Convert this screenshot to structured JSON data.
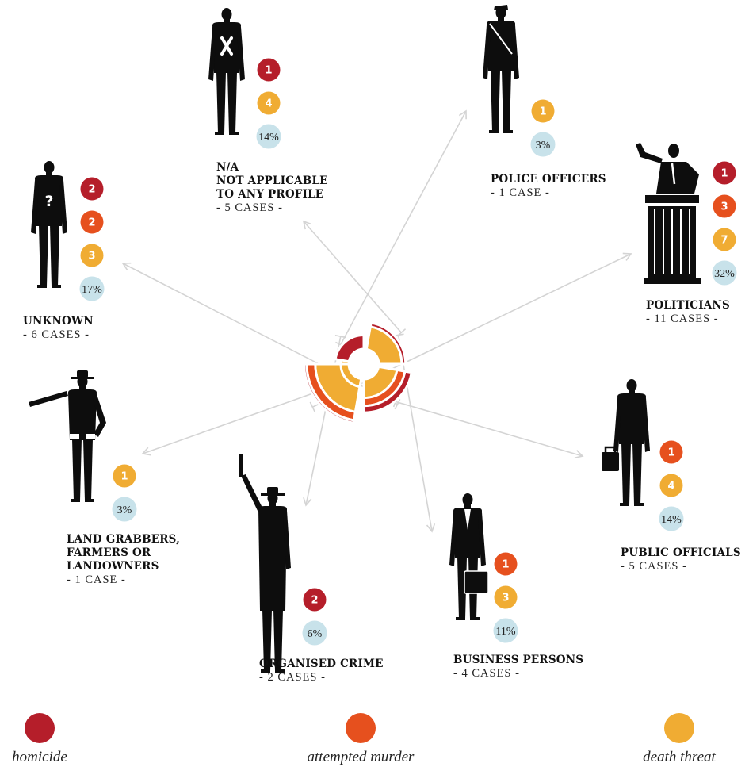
{
  "colors": {
    "homicide": "#b51e2a",
    "attempted_murder": "#e6501e",
    "death_threat": "#f0ac33",
    "percent_circle": "#c8e2ea",
    "arrow": "#d4d4d4",
    "silhouette": "#0d0d0d"
  },
  "chart_data": {
    "type": "polar-area",
    "unit": "cases",
    "series": [
      {
        "key": "homicide",
        "name": "homicide"
      },
      {
        "key": "attempted_murder",
        "name": "attempted murder"
      },
      {
        "key": "death_threat",
        "name": "death threat"
      }
    ],
    "categories": [
      {
        "id": "na",
        "title_lines": [
          "N/A",
          "NOT APPLICABLE",
          "TO ANY PROFILE"
        ],
        "cases_label": "- 5 CASES -",
        "total": 5,
        "homicide": 1,
        "attempted_murder": 0,
        "death_threat": 4,
        "percent": "14%",
        "icon": "person-x-icon"
      },
      {
        "id": "police",
        "title_lines": [
          "POLICE OFFICERS"
        ],
        "cases_label": "- 1 CASE -",
        "total": 1,
        "homicide": 0,
        "attempted_murder": 0,
        "death_threat": 1,
        "percent": "3%",
        "icon": "police-officer-icon"
      },
      {
        "id": "politicians",
        "title_lines": [
          "POLITICIANS"
        ],
        "cases_label": "- 11 CASES -",
        "total": 11,
        "homicide": 1,
        "attempted_murder": 3,
        "death_threat": 7,
        "percent": "32%",
        "icon": "politician-podium-icon"
      },
      {
        "id": "public",
        "title_lines": [
          "PUBLIC OFFICIALS"
        ],
        "cases_label": "- 5 CASES -",
        "total": 5,
        "homicide": 0,
        "attempted_murder": 1,
        "death_threat": 4,
        "percent": "14%",
        "icon": "public-official-icon"
      },
      {
        "id": "business",
        "title_lines": [
          "BUSINESS PERSONS"
        ],
        "cases_label": "- 4 CASES -",
        "total": 4,
        "homicide": 0,
        "attempted_murder": 1,
        "death_threat": 3,
        "percent": "11%",
        "icon": "business-person-icon"
      },
      {
        "id": "crime",
        "title_lines": [
          "ORGANISED CRIME"
        ],
        "cases_label": "- 2 CASES -",
        "total": 2,
        "homicide": 2,
        "attempted_murder": 0,
        "death_threat": 0,
        "percent": "6%",
        "icon": "gangster-icon"
      },
      {
        "id": "land",
        "title_lines": [
          "LAND GRABBERS,",
          "FARMERS OR",
          "LANDOWNERS"
        ],
        "cases_label": "- 1 CASE -",
        "total": 1,
        "homicide": 0,
        "attempted_murder": 0,
        "death_threat": 1,
        "percent": "3%",
        "icon": "landowner-icon"
      },
      {
        "id": "unknown",
        "title_lines": [
          "UNKNOWN"
        ],
        "cases_label": "- 6 CASES -",
        "total": 6,
        "homicide": 2,
        "attempted_murder": 2,
        "death_threat": 3,
        "percent": "17%",
        "icon": "person-question-icon"
      }
    ],
    "legend_position": "bottom"
  }
}
